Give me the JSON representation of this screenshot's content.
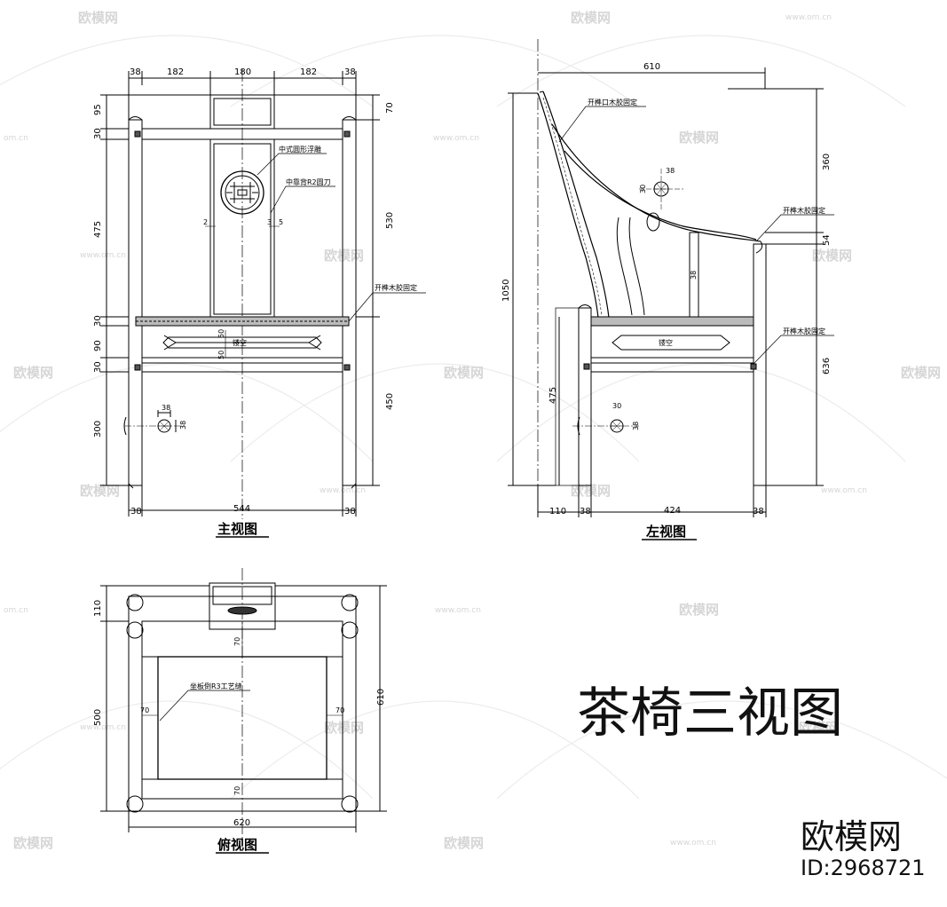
{
  "main_title": "茶椅三视图",
  "brand": {
    "name": "欧模网",
    "id": "ID:2968721"
  },
  "watermark": {
    "text": "欧模网",
    "domain_short": "om.cn",
    "domain": "www.om.cn"
  },
  "front_view": {
    "title": "主视图",
    "top_dims": [
      "38",
      "182",
      "180",
      "182",
      "38"
    ],
    "left_dims": [
      "95",
      "30",
      "475",
      "30",
      "90",
      "30",
      "300"
    ],
    "right_dims": [
      "70",
      "530",
      "450"
    ],
    "bottom_dims": {
      "left": "38",
      "total": "544",
      "right": "38"
    },
    "labels": [
      "中式圆形浮雕",
      "中靠背R2圆刀",
      "开榫木胶固定",
      "镂空"
    ],
    "small_dims": [
      "50",
      "50",
      "38",
      "38",
      "2",
      "3",
      "5"
    ]
  },
  "side_view": {
    "title": "左视图",
    "top_dim": "610",
    "left_dims": [
      "1050",
      "475"
    ],
    "right_dims": [
      "360",
      "54",
      "636"
    ],
    "bottom_dims": [
      "110",
      "38",
      "424",
      "38"
    ],
    "labels": [
      "开榫口木胶固定",
      "开榫木胶固定",
      "开榫木胶固定",
      "镂空"
    ],
    "small_dims": [
      "30",
      "38",
      "30",
      "38",
      "38"
    ]
  },
  "top_view": {
    "title": "俯视图",
    "left_dims": [
      "110",
      "500"
    ],
    "right_dim": "610",
    "bottom_dim": "620",
    "inner_dims": [
      "70",
      "70",
      "70",
      "70"
    ],
    "labels": [
      "坐板倒R3工艺缝"
    ]
  }
}
